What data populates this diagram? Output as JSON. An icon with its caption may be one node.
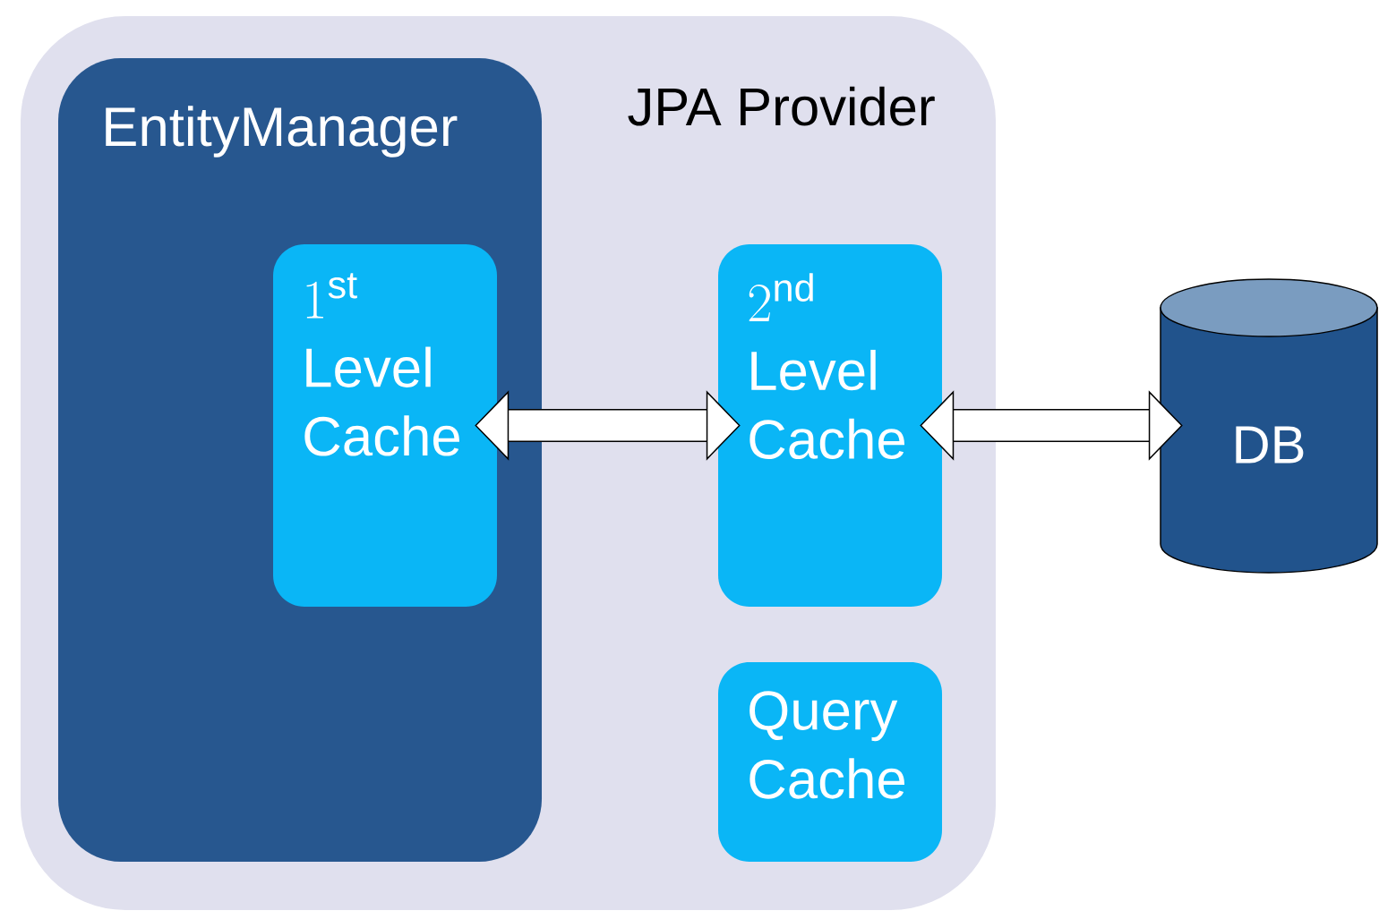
{
  "diagram": {
    "nodes": [
      {
        "text": [
          "JPA Provider"
        ]
      },
      {
        "text": [
          "EntityManager"
        ],
        "in": 0
      },
      {
        "text": [
          "1^{\\mathrm{st}}",
          "Level Cache"
        ],
        "in": 1
      },
      {
        "text": [
          "2^{\\mathrm{nd}}",
          "Level Cache"
        ],
        "in": 0
      },
      {
        "text": [
          "Query Cache"
        ],
        "in": 0
      },
      {
        "text": [
          "DB"
        ]
      }
    ],
    "edges": [
      {
        "from": 2,
        "to": 3,
        "arrow": "both"
      },
      {
        "from": 3,
        "to": 5,
        "arrow": "both"
      }
    ]
  }
}
